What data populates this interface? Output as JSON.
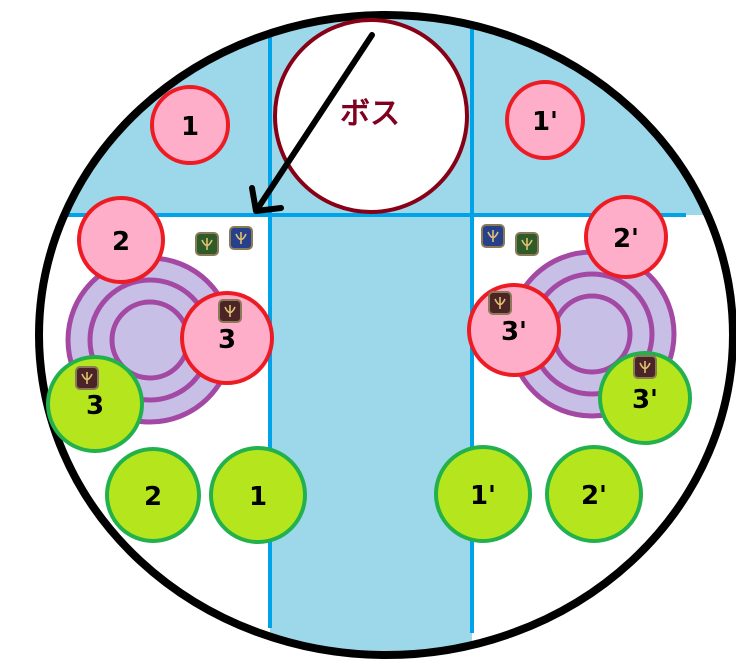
{
  "boss_label": "ボス",
  "colors": {
    "arena_fill": "#ffffff",
    "zone_blue": "#9cd8ea",
    "line_blue": "#00a2e8",
    "boss_stroke": "#880015",
    "pink_fill": "#ffaec9",
    "pink_stroke": "#ed1c24",
    "green_fill": "#b5e61d",
    "green_stroke": "#22b14c",
    "aoe_fill": "#c8bfe7",
    "aoe_stroke": "#a349a4"
  },
  "pink_markers": [
    {
      "id": "1",
      "label": "1"
    },
    {
      "id": "1p",
      "label": "1'"
    },
    {
      "id": "2",
      "label": "2"
    },
    {
      "id": "2p",
      "label": "2'"
    },
    {
      "id": "3",
      "label": "3"
    },
    {
      "id": "3p",
      "label": "3'"
    }
  ],
  "green_markers": [
    {
      "id": "3",
      "label": "3"
    },
    {
      "id": "2",
      "label": "2"
    },
    {
      "id": "1",
      "label": "1"
    },
    {
      "id": "1p",
      "label": "1'"
    },
    {
      "id": "2p",
      "label": "2'"
    },
    {
      "id": "3p",
      "label": "3'"
    }
  ],
  "job_icons": [
    {
      "role": "healer"
    },
    {
      "role": "tank"
    },
    {
      "role": "dps"
    },
    {
      "role": "dps"
    },
    {
      "role": "tank"
    },
    {
      "role": "healer"
    },
    {
      "role": "dps"
    },
    {
      "role": "dps"
    }
  ]
}
